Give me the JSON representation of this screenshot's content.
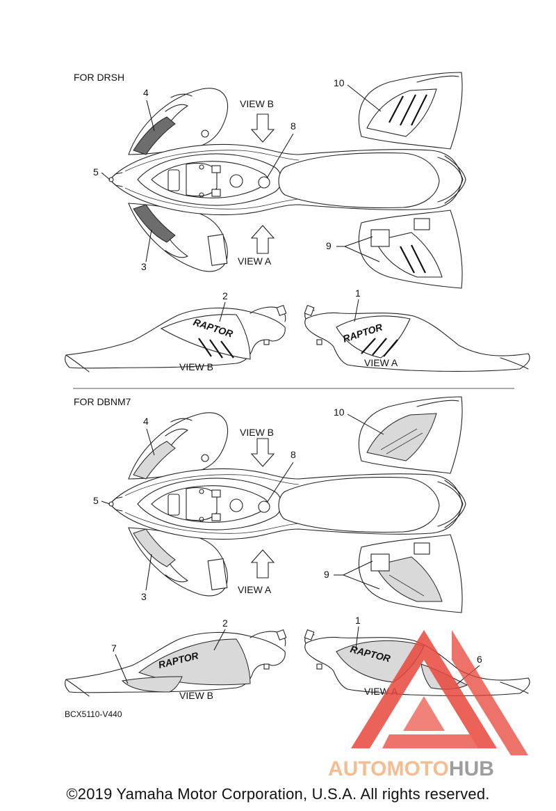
{
  "sections": [
    {
      "title": "FOR DRSH",
      "view_b": "VIEW B",
      "view_a": "VIEW A",
      "side_view_b": "VIEW B",
      "side_view_a": "VIEW A",
      "callouts": {
        "c1": "1",
        "c2": "2",
        "c3": "3",
        "c4": "4",
        "c5": "5",
        "c8": "8",
        "c9": "9",
        "c10": "10"
      }
    },
    {
      "title": "FOR DBNM7",
      "view_b": "VIEW B",
      "view_a": "VIEW A",
      "side_view_b": "VIEW B",
      "side_view_a": "VIEW A",
      "callouts": {
        "c1": "1",
        "c2": "2",
        "c3": "3",
        "c4": "4",
        "c5": "5",
        "c6": "6",
        "c7": "7",
        "c8": "8",
        "c9": "9",
        "c10": "10"
      }
    }
  ],
  "diagram_code": "BCX5110-V440",
  "decal_text": "RAPTOR",
  "watermark": {
    "part1": "AUTO",
    "part2": "MOTO",
    "part3": "HUB",
    "color_primary": "#e8473c",
    "color_text": "#f4b27c",
    "color_hub": "#8c8c8c"
  },
  "copyright": "©2019 Yamaha Motor Corporation, U.S.A. All rights reserved."
}
